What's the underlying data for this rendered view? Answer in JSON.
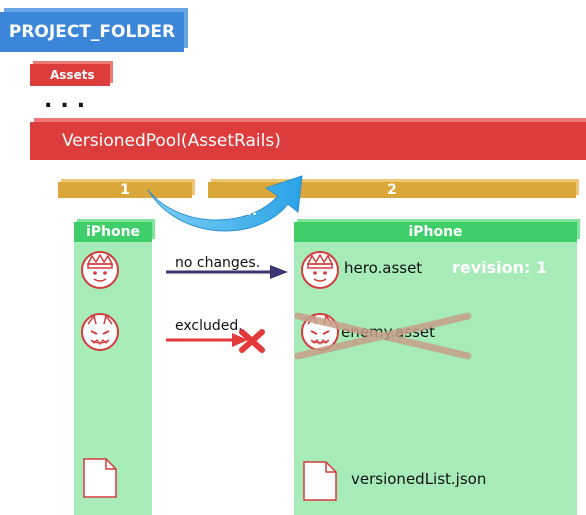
{
  "project_folder": "PROJECT_FOLDER",
  "assets": "Assets",
  "ellipsis": "...",
  "pool": "VersionedPool(AssetRails)",
  "versions": [
    "1",
    "2"
  ],
  "update_label": "update!",
  "platform": "iPhone",
  "rows": {
    "hero": {
      "action": "no changes.",
      "file": "hero.asset"
    },
    "enemy": {
      "action": "excluded.",
      "file": "enemy.asset"
    }
  },
  "revision": "revision: 1",
  "versioned_list": "versionedList.json",
  "colors": {
    "blue": "#3b86d8",
    "red": "#dc3c3c",
    "gold": "#d9a73a",
    "green_header": "#3fcf6a",
    "green_body": "#a6ebb8",
    "arrow_navy": "#3a3573"
  }
}
